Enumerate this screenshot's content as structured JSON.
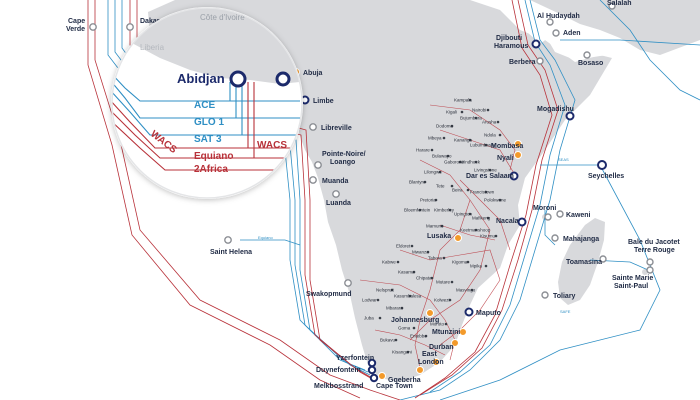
{
  "colors": {
    "ocean": "#ffffff",
    "land": "#d8d9dc",
    "land_shadow": "#c7c8cc",
    "blue_cable": "#2f8fc4",
    "red_cable": "#b8323a",
    "navy": "#1c2a6b",
    "gray_node": "#8b8e94",
    "orange_node": "#f39a2b"
  },
  "cables": {
    "ace": "ACE",
    "glo1": "GLO 1",
    "sat3": "SAT 3",
    "wacs": "WACS",
    "wacs_right": "WACS",
    "equiano": "Equiano",
    "africa2": "2Africa",
    "equiano_atlantic": "Equiano",
    "safe": "SAFE",
    "seas": "SEAS"
  },
  "zoom": {
    "abidjan": "Abidjan",
    "cote_divoire": "Côte d'Ivoire",
    "liberia": "Liberia"
  },
  "landing_points": {
    "cape_verde": "Cape\nVerde",
    "dakar": "Dakar",
    "abuja": "Abuja",
    "limbe": "Limbe",
    "libreville": "Libreville",
    "pointe_noire": "Pointe-Noire/\nLoango",
    "muanda": "Muanda",
    "luanda": "Luanda",
    "saint_helena": "Saint Helena",
    "swakopmund": "Swakopmund",
    "yzerfontein": "Yzerfontein",
    "duynefontein": "Duynefontein",
    "melkbosstrand": "Melkbosstrand",
    "cape_town": "Cape Town",
    "gqeberha": "Gqeberha",
    "east_london": "East\nLondon",
    "durban": "Durban",
    "mtunzini": "Mtunzini",
    "johannesburg": "Johannesburg",
    "maputo": "Maputo",
    "toliary": "Toliary",
    "toamasina": "Toamasina",
    "mahajanga": "Mahajanga",
    "kaweni": "Kaweni",
    "moroni": "Moroni",
    "bale_du_jacotet": "Bale du Jacotet\nTerre Rouge",
    "sainte_marie": "Sainte Marie\nSaint-Paul",
    "nacala": "Nacala",
    "lusaka": "Lusaka",
    "dar_es_salaam": "Dar es Salaam",
    "nyali": "Nyali",
    "mombasa": "Mombasa",
    "seychelles": "Seychelles",
    "mogadishu": "Mogadishu",
    "djibouti": "Djibouti\nHaramous",
    "aden": "Aden",
    "al_hudaydah": "Al Hudaydah",
    "berbera": "Berbera",
    "bosaso": "Bosaso",
    "salalah": "Salalah"
  },
  "inland_towns": [
    "Kampala",
    "Kigali",
    "Bujumbura",
    "Nairobi",
    "Arusha",
    "Dodoma",
    "Mbeya",
    "Kananga",
    "Lubumbashi",
    "Ndola",
    "Harare",
    "Bulawayo",
    "Gaborone",
    "Windhoek",
    "Livingstone",
    "Lilongwe",
    "Blantyre",
    "Tete",
    "Beira",
    "Francistown",
    "Polokwane",
    "Pretoria",
    "Bloemfontein",
    "Kimberley",
    "Upington",
    "Mafikeng",
    "Mamuno",
    "Keetmanshoop",
    "Kisumu",
    "Eldoret",
    "Mwanza",
    "Tabora",
    "Kigoma",
    "Mpika",
    "Kabwe",
    "Kasama",
    "Chipata",
    "Mutare",
    "Masvingo",
    "Nelspruit",
    "Kasumbalesa",
    "Kolwezi",
    "Mbarara",
    "Juba",
    "Goma",
    "Bukavu",
    "Kisangani",
    "Entebbe",
    "Moroto",
    "Lodwar"
  ]
}
